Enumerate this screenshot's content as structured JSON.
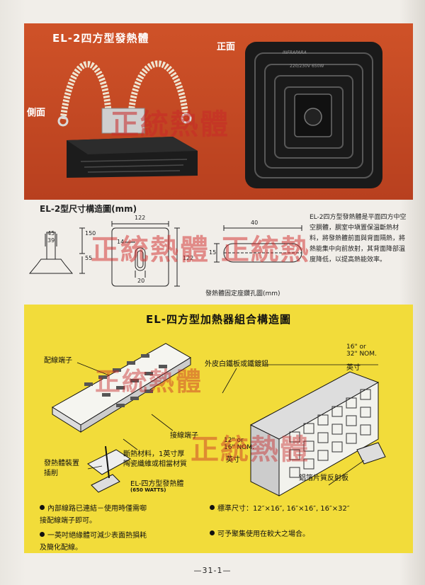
{
  "photo": {
    "title": "EL-2四方型發熱體",
    "label_front": "正面",
    "label_side": "側面",
    "heater_text_1": "INFRAPARA",
    "heater_text_2": "220/230V   650W",
    "watermark": "正統熱體"
  },
  "drawing": {
    "title": "EL-2型尺寸構造圖(mm)",
    "side_dims": {
      "d45": "45",
      "d39": "39",
      "d150": "150",
      "d55": "55"
    },
    "front_dims": {
      "d122_top": "122",
      "d122_side": "122",
      "d14": "14",
      "d20": "20"
    },
    "slot_dims": {
      "d40": "40",
      "d15": "15"
    },
    "slot_caption": "發熱體固定座鑽孔圖(mm)",
    "description": "EL-2四方型發熱體是平面四方中空空胴體，胴室中塡置保溫斷熱材料，將發熱體前面與背面隔熱，將熱能集中向前放射，其背面降部溫度降低，以提高熱能效率。",
    "watermark": "正統熱體 正統熱"
  },
  "assembly": {
    "title": "EL-四方型加熱器組合構造圖",
    "label_wiring": "配線端子",
    "label_shell": "外皮白鐵板或鐵鍍鋁",
    "label_dim_top": "16\" or\n32\" NOM.",
    "label_inch_top": "英寸",
    "label_dim_side": "12\" or\n16\" NOM.",
    "label_inch_side": "英寸",
    "label_terminal": "接線端子",
    "label_insulation": "斷熱材料，1英寸厚\n陶瓷纖維或相當材質",
    "label_mount": "發熱體裝置\n插削",
    "label_element": "EL-四方型發熱體",
    "label_watts": "(650 WATTS)",
    "label_reflector": "鋁箔片質反射板",
    "watermark_1": "正統熱體",
    "watermark_2": "正統熱體",
    "bullets_left": [
      "內部線路已連結－使用時僅需啣\n接配線端子即可。",
      "一英吋絕緣體可減少表面熱損耗\n及簡化配線。"
    ],
    "bullets_right": [
      "標準尺寸：12″×16″, 16″×16″, 16″×32″",
      "可予聚集使用在較大之場合。"
    ]
  },
  "page_number": "—31-1—"
}
